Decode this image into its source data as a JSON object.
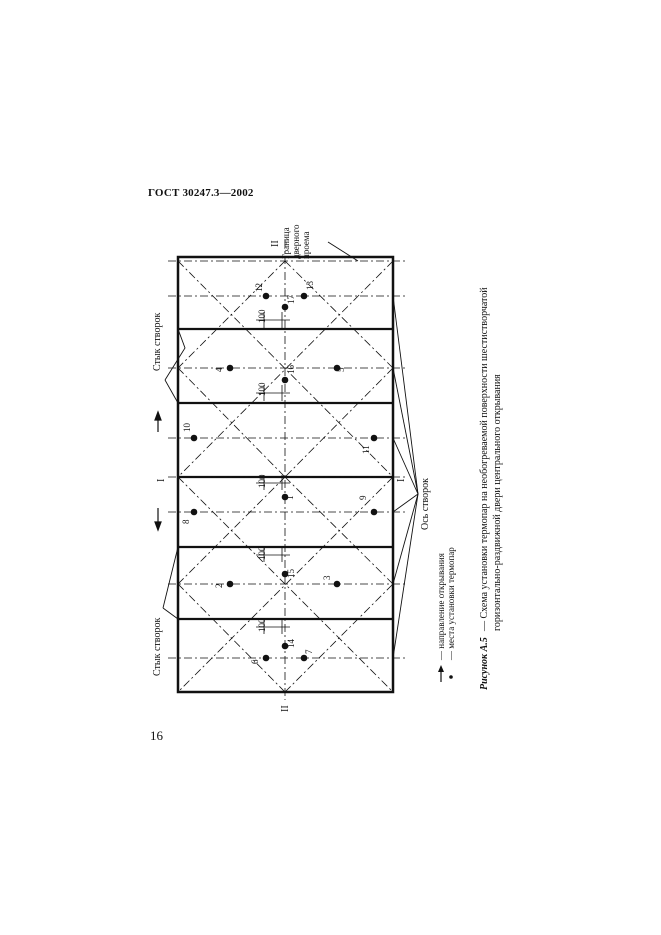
{
  "header": {
    "doc_id": "ГОСТ 30247.3—2002"
  },
  "page_number": "16",
  "figure": {
    "label_I": "I",
    "label_II": "II",
    "boundary_label": [
      "Граница",
      "дверного",
      "проема"
    ],
    "joint_label_top": "Стык створок",
    "joint_label_bottom": "Стык створок",
    "axis_label": "Ось створок",
    "dim_100": "100",
    "points": [
      "1",
      "2",
      "3",
      "4",
      "5",
      "6",
      "7",
      "8",
      "9",
      "10",
      "11",
      "12",
      "13",
      "14",
      "15",
      "16",
      "17"
    ]
  },
  "legend": {
    "arrow_text": "— направление открывания",
    "dot_text": "— места установки термопар"
  },
  "caption": {
    "label": "Рисунок А.5",
    "line1": "— Схема установки термопар на необогреваемой поверхности шестистворчатой",
    "line2": "горизонтально-раздвижной двери центрального открывания"
  }
}
